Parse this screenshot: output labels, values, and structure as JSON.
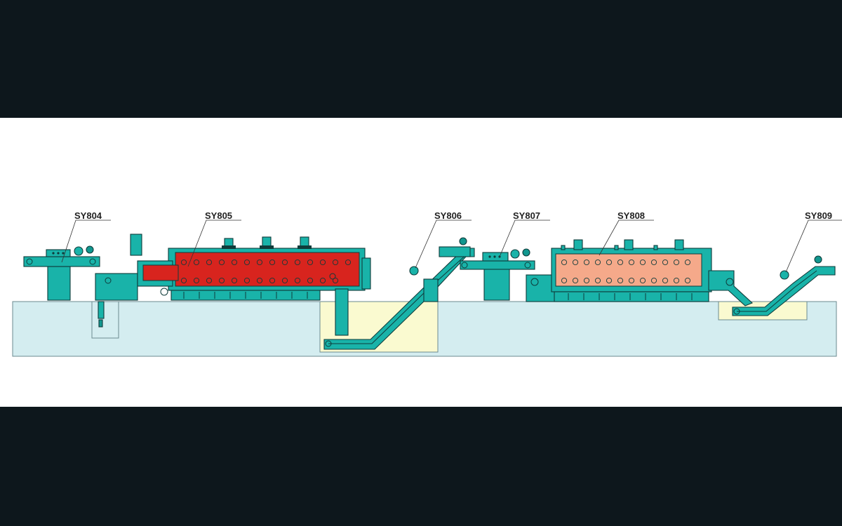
{
  "diagram": {
    "labels": [
      "SY804",
      "SY805",
      "SY806",
      "SY807",
      "SY808",
      "SY809"
    ]
  },
  "colors": {
    "background_bars": "#0d171c",
    "canvas": "#ffffff",
    "machine": "#19b3a9",
    "outline": "#0f3b3a",
    "floor": "#d4edf0",
    "pit": "#fafad0",
    "furnace_hot": "#d8241e",
    "furnace_warm": "#f5a98a"
  }
}
